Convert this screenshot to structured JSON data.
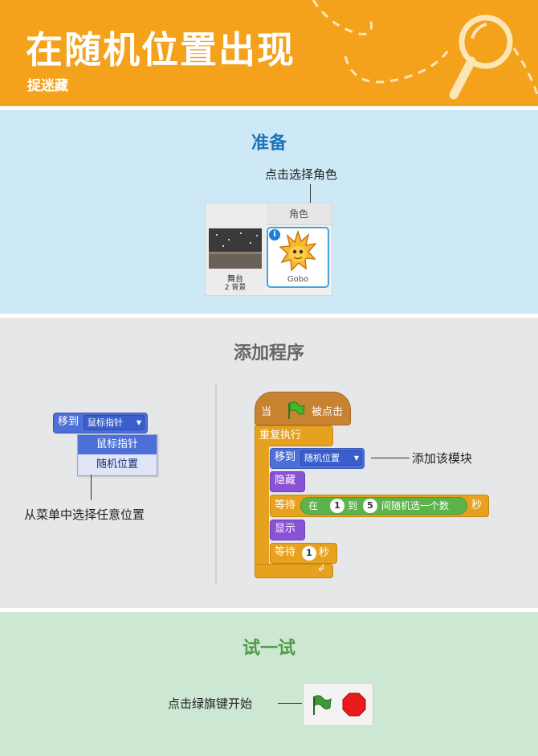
{
  "header": {
    "title": "在随机位置出现",
    "subtitle": "捉迷藏"
  },
  "prepare": {
    "title": "准备",
    "callout": "点击选择角色",
    "pane": {
      "tab_label": "角色",
      "stage_label": "舞台",
      "stage_count": "2 背景",
      "sprite_name": "Gobo",
      "info_glyph": "i"
    }
  },
  "program": {
    "title": "添加程序",
    "left": {
      "block_label": "移到",
      "dropdown_value": "鼠标指针",
      "menu_options": [
        "鼠标指针",
        "随机位置"
      ],
      "callout": "从菜单中选择任意位置"
    },
    "script": {
      "hat_prefix": "当",
      "hat_suffix": "被点击",
      "forever": "重复执行",
      "goto_label": "移到",
      "goto_value": "随机位置",
      "hide": "隐藏",
      "wait_label": "等待",
      "random_prefix": "在",
      "random_from": "1",
      "random_mid": "到",
      "random_to": "5",
      "random_suffix": "间随机选一个数",
      "seconds": "秒",
      "show": "显示",
      "wait2_label": "等待",
      "wait2_value": "1",
      "seconds2": "秒",
      "callout": "添加该模块"
    }
  },
  "try": {
    "title": "试一试",
    "callout": "点击绿旗键开始"
  },
  "colors": {
    "header": "#f4a11c",
    "prepare_bg": "#cde9f6",
    "program_bg": "#e6e7e9",
    "try_bg": "#cde8d2",
    "motion": "#4c6fd8",
    "looks": "#8a52d6",
    "control": "#e6a21f",
    "events": "#c88330",
    "operators": "#5cb34b"
  }
}
